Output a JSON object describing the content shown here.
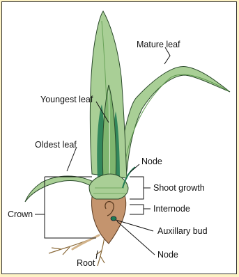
{
  "diagram": {
    "labels": {
      "mature_leaf": "Mature leaf",
      "youngest_leaf": "Youngest leaf",
      "oldest_leaf": "Oldest leaf",
      "node_top": "Node",
      "shoot_growth": "Shoot growth",
      "crown": "Crown",
      "internode": "Internode",
      "auxillary_bud": "Auxillary bud",
      "node_bottom": "Node",
      "root": "Root"
    },
    "colors": {
      "leaf_light": "#a9cf96",
      "leaf_mid": "#7fb56f",
      "leaf_dark": "#1f7a52",
      "crown_brown": "#c4946e",
      "crown_dark": "#8a6040",
      "outline": "#2a4a2a",
      "background_accent": "#fdf2c4"
    }
  }
}
